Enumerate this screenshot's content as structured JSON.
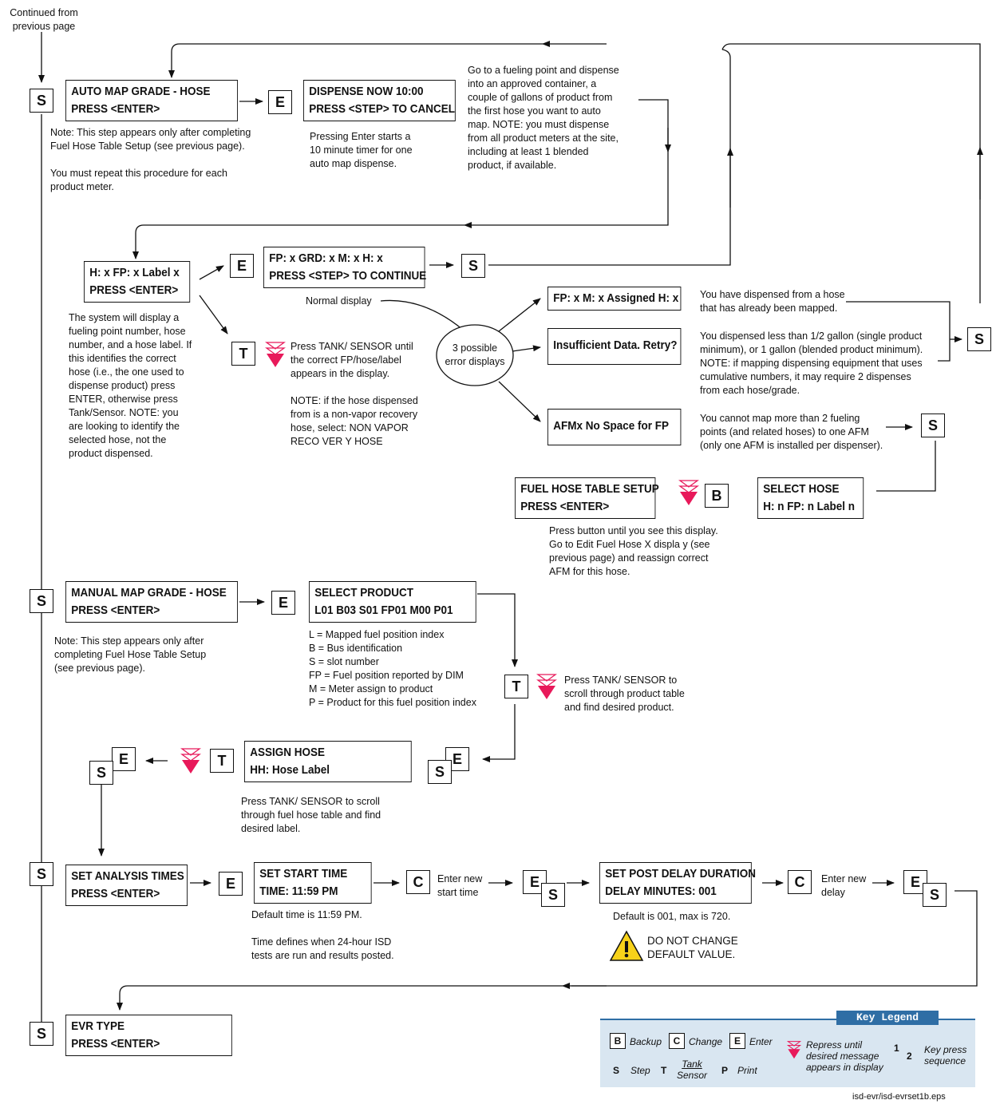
{
  "continued": "Continued from\nprevious page",
  "keys": {
    "S": "S",
    "E": "E",
    "T": "T",
    "B": "B",
    "C": "C",
    "P": "P"
  },
  "auto_map": {
    "line1": "AUTO MAP GRADE - HOSE",
    "line2": "PRESS <ENTER>",
    "note": "Note: This step appears only after completing\nFuel Hose  Table Setup (see previous page).\n\nYou must repeat this procedure for each\nproduct meter."
  },
  "dispense": {
    "line1": "DISPENSE NOW 10:00",
    "line2": "PRESS <STEP> TO CANCEL",
    "note": "Pressing Enter starts a\n10 minute timer for one\nauto map dispense.",
    "instructions": "Go to a fueling point and dispense\ninto an approved container, a\ncouple of gallons of product from\nthe first hose you want to auto\nmap. NOTE: you must dispense\nfrom all product meters at the site,\nincluding at least 1 blended\nproduct, if available."
  },
  "hose_display": {
    "line1": "H: x  FP: x  Label x",
    "line2": "PRESS <ENTER>",
    "note": "The system will display a\nfueling point number, hose\nnumber, and a hose label. If\nthis identifies the correct\nhose (i.e., the one used to\ndispense product) press\nENTER, otherwise press\nTank/Sensor. NOTE: you\nare looking to identify the\nselected hose, not the\nproduct dispensed."
  },
  "fp_display": {
    "line1": "FP: x  GRD: x  M: x  H: x",
    "line2": "PRESS <STEP> TO CONTINUE",
    "normal_label": "Normal display"
  },
  "tank_note1": "Press TANK/ SENSOR until\nthe correct FP/hose/label\nappears in the display.\n\nNOTE:  if the hose dispensed\nfrom is a non-vapor recovery\nhose, select: NON  VAPOR\nRECO VER Y HOSE",
  "errors": {
    "label": "3 possible\nerror displays",
    "assigned": "FP: x  M: x  Assigned H: x",
    "assigned_note": "You have dispensed from a hose\nthat has already been mapped.",
    "insufficient": "Insufficient Data. Retry?",
    "insufficient_note": "You dispensed less than 1/2 gallon (single product\nminimum), or 1 gallon (blended product minimum).\nNOTE:  if mapping dispensing equipment that uses\ncumulative numbers, it may require 2 dispenses\nfrom each hose/grade.",
    "afm": "AFMx No Space for FP",
    "afm_note": "You cannot map more than 2 fueling\npoints (and related hoses) to one AFM\n(only one AFM is installed per dispenser)."
  },
  "fuel_hose_table": {
    "line1": "FUEL HOSE TABLE SETUP",
    "line2": "PRESS <ENTER>",
    "note": "Press button until you see this display.\nGo to Edit Fuel Hose X displa y (see\nprevious page) and reassign correct\nAFM for this hose."
  },
  "select_hose": {
    "line1": "SELECT HOSE",
    "line2": "H: n   FP: n  Label n"
  },
  "manual_map": {
    "line1": "MANUAL MAP GRADE - HOSE",
    "line2": "PRESS <ENTER>",
    "note": "Note: This step appears only after\ncompleting Fuel Hose Table Setup\n(see previous page)."
  },
  "select_product": {
    "line1": "SELECT PRODUCT",
    "line2": "L01 B03 S01 FP01 M00 P01",
    "legend": "L = Mapped fuel position index\nB = Bus identification\nS = slot number\nFP = Fuel position reported by DIM\nM = Meter assign to product\nP = Product for this fuel position index"
  },
  "tank_note2": "Press TANK/ SENSOR to\nscroll through product table\nand find desired product.",
  "assign_hose": {
    "line1": "ASSIGN HOSE",
    "line2": "HH: Hose Label",
    "note": "Press TANK/ SENSOR to scroll\nthrough fuel hose table and find\ndesired label."
  },
  "analysis": {
    "line1": "SET ANALYSIS TIMES",
    "line2": "PRESS <ENTER>"
  },
  "start_time": {
    "line1": "SET START TIME",
    "line2": "TIME: 11:59 PM",
    "note": "Default time is 11:59 PM.\n\nTime defines when 24-hour ISD\ntests are run and results posted.",
    "enter_label": "Enter new\nstart time"
  },
  "post_delay": {
    "line1": "SET POST DELAY DURATION",
    "line2": "DELAY MINUTES:  001",
    "note": "Default is 001, max is 720.",
    "warning": "DO NOT CHANGE\nDEFAULT VALUE.",
    "enter_label": "Enter new\ndelay"
  },
  "evr": {
    "line1": "EVR TYPE",
    "line2": "PRESS <ENTER>"
  },
  "legend": {
    "title": "Key Legend",
    "backup": "Backup",
    "change": "Change",
    "enter": "Enter",
    "repress": "Repress until\ndesired message\nappears in display",
    "seq1": "1",
    "seq2": "2",
    "sequence": "Key press\nsequence",
    "step": "Step",
    "tank": "Tank",
    "sensor": "Sensor",
    "print": "Print"
  },
  "file_name": "isd-evr/isd-evrset1b.eps"
}
